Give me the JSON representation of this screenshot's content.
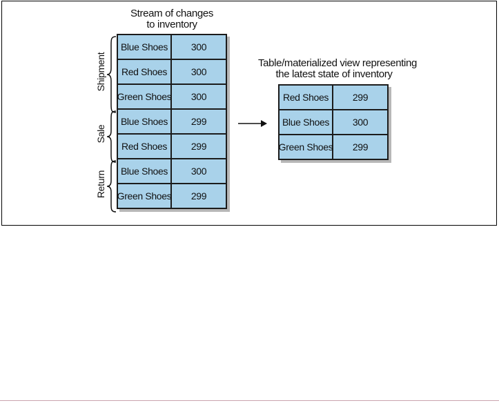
{
  "stream": {
    "title_line1": "Stream of changes",
    "title_line2": "to inventory",
    "groups": [
      {
        "label": "Shipment"
      },
      {
        "label": "Sale"
      },
      {
        "label": "Return"
      }
    ],
    "rows": [
      {
        "item": "Blue Shoes",
        "quantity": "300"
      },
      {
        "item": "Red Shoes",
        "quantity": "300"
      },
      {
        "item": "Green Shoes",
        "quantity": "300"
      },
      {
        "item": "Blue Shoes",
        "quantity": "299"
      },
      {
        "item": "Red Shoes",
        "quantity": "299"
      },
      {
        "item": "Blue Shoes",
        "quantity": "300"
      },
      {
        "item": "Green Shoes",
        "quantity": "299"
      }
    ]
  },
  "table_view": {
    "title_line1": "Table/materialized view representing",
    "title_line2": "the latest state of inventory",
    "rows": [
      {
        "item": "Red Shoes",
        "quantity": "299"
      },
      {
        "item": "Blue Shoes",
        "quantity": "300"
      },
      {
        "item": "Green Shoes",
        "quantity": "299"
      }
    ]
  },
  "icons": {
    "arrow": "right-arrow-icon",
    "brace": "curly-brace-icon"
  },
  "colors": {
    "cell_fill": "#a9d2ea",
    "border": "#1b1b1b",
    "shadow": "#b7b7b7"
  }
}
